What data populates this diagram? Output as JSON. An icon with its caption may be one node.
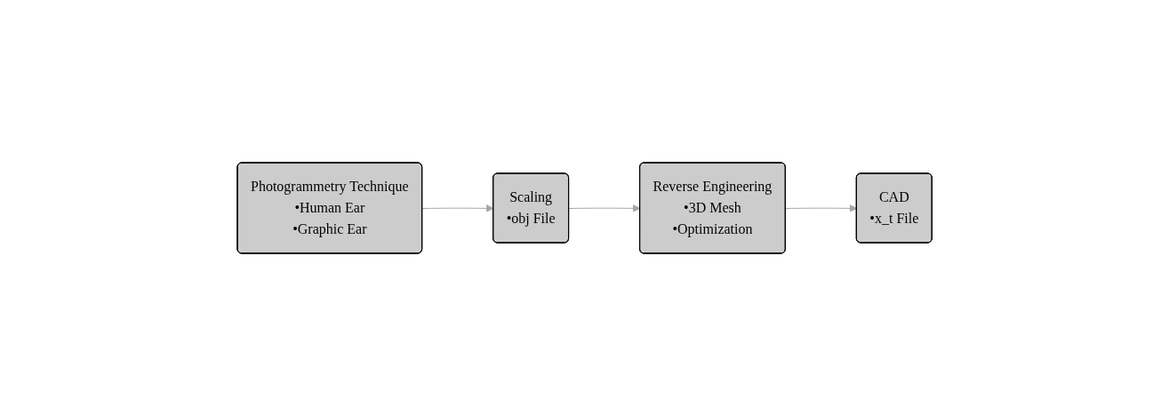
{
  "diagram": {
    "nodes": [
      {
        "text": [
          "Photogrammetry Technique",
          "•Human Ear",
          "•Graphic Ear"
        ]
      },
      {
        "text": [
          "Scaling",
          "•obj File"
        ]
      },
      {
        "text": [
          "Reverse Engineering",
          "•3D Mesh",
          "•Optimization"
        ]
      },
      {
        "text": [
          "CAD",
          "•x_t File"
        ]
      }
    ],
    "edges": [
      {
        "from": 0,
        "to": 1,
        "arrow": "to"
      },
      {
        "from": 1,
        "to": 2,
        "arrow": "to"
      },
      {
        "from": 2,
        "to": 3,
        "arrow": "to"
      }
    ]
  }
}
